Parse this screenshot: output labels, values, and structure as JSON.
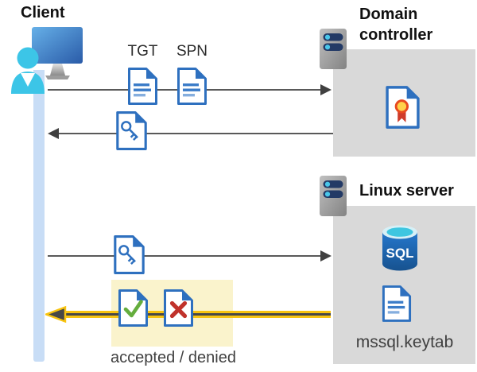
{
  "labels": {
    "client": "Client",
    "domain_controller": "Domain controller",
    "linux_server": "Linux server",
    "tgt": "TGT",
    "spn": "SPN",
    "sql": "SQL",
    "keytab": "mssql.keytab",
    "result": "accepted / denied"
  },
  "colors": {
    "doc_blue": "#2e70bf",
    "box_gray": "#d9d9d9",
    "highlight_yellow": "#faf3cc",
    "arrow_yellow": "#f8c411",
    "arrow_gray": "#595959",
    "accepted_green": "#64ad3d",
    "denied_red": "#c0322b",
    "timeline_blue": "#c8ddf6",
    "person_cyan": "#3cc5e7",
    "sql_blue": "#1e62b0"
  }
}
